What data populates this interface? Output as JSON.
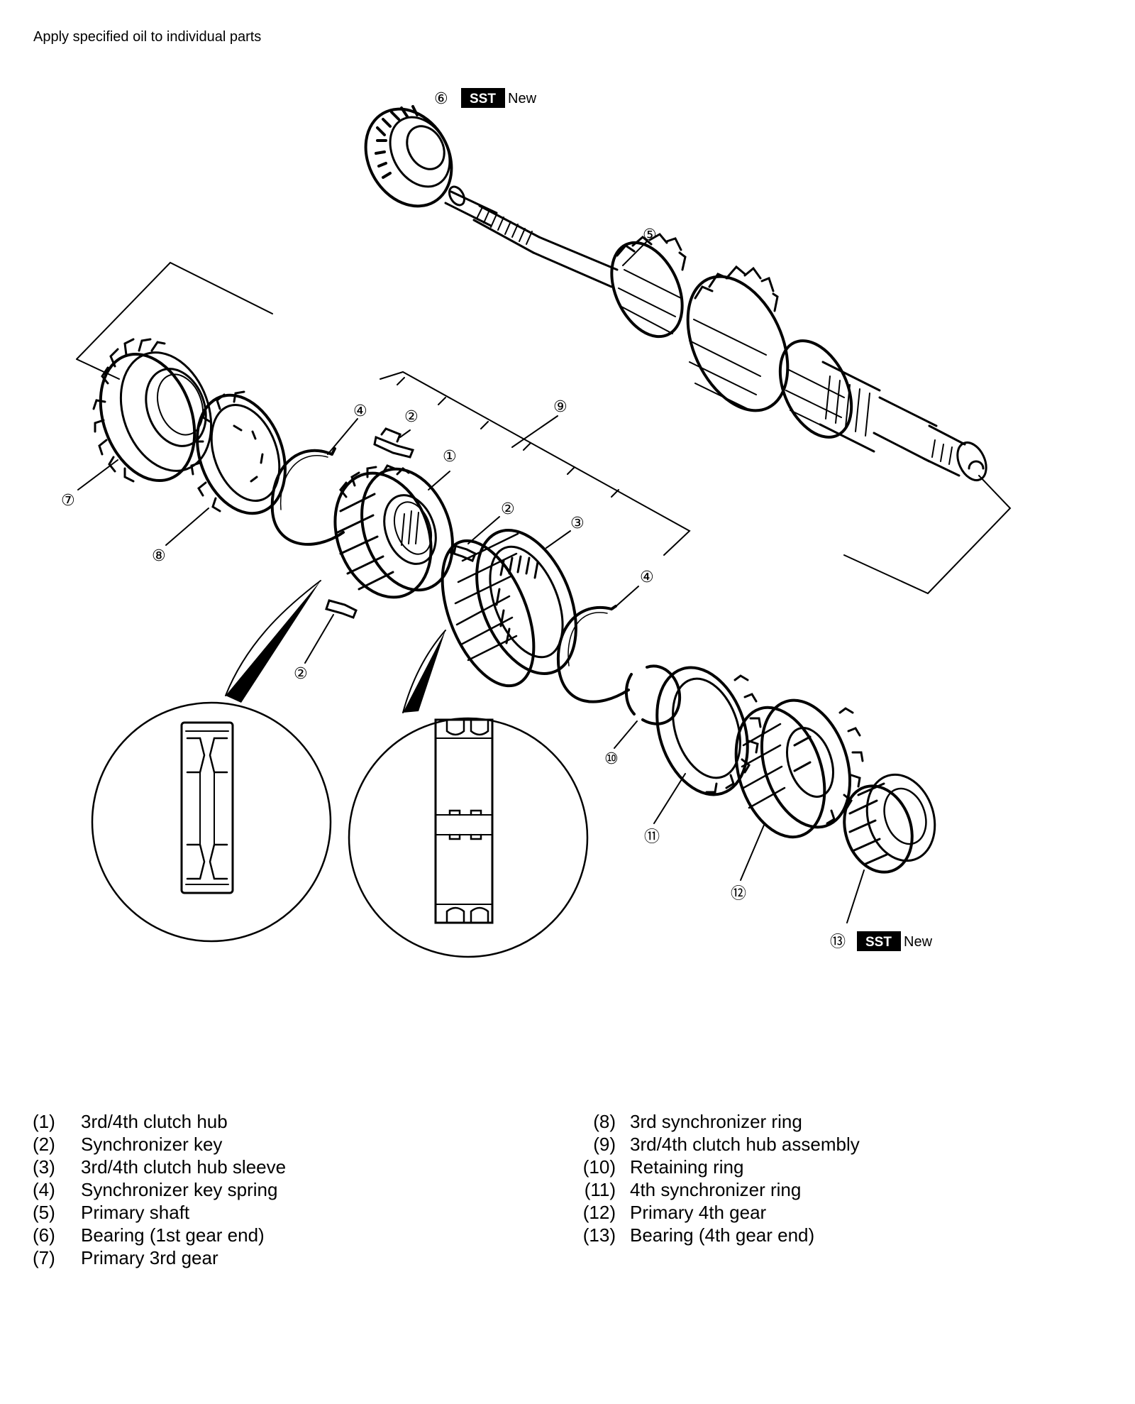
{
  "instruction": "Apply specified oil to individual parts",
  "tags": {
    "bearing_1st": {
      "callout": "⑥",
      "sst": "SST",
      "new": "New"
    },
    "bearing_4th": {
      "callout": "⑬",
      "sst": "SST",
      "new": "New"
    }
  },
  "callouts": {
    "c1": "①",
    "c2a": "②",
    "c2b": "②",
    "c2c": "②",
    "c3": "③",
    "c4a": "④",
    "c4b": "④",
    "c5": "⑤",
    "c7": "⑦",
    "c8": "⑧",
    "c9": "⑨",
    "c10": "⑩",
    "c11": "⑪",
    "c12": "⑫"
  },
  "legend": {
    "left": [
      {
        "num": "(1)",
        "text": "3rd/4th clutch hub"
      },
      {
        "num": "(2)",
        "text": "Synchronizer key"
      },
      {
        "num": "(3)",
        "text": "3rd/4th clutch hub sleeve"
      },
      {
        "num": "(4)",
        "text": "Synchronizer key spring"
      },
      {
        "num": "(5)",
        "text": "Primary shaft"
      },
      {
        "num": "(6)",
        "text": "Bearing (1st gear end)"
      },
      {
        "num": "(7)",
        "text": "Primary 3rd gear"
      }
    ],
    "right": [
      {
        "num": "(8)",
        "text": "3rd synchronizer ring"
      },
      {
        "num": "(9)",
        "text": "3rd/4th clutch hub assembly"
      },
      {
        "num": "(10)",
        "text": "Retaining ring"
      },
      {
        "num": "(11)",
        "text": "4th synchronizer ring"
      },
      {
        "num": "(12)",
        "text": "Primary 4th gear"
      },
      {
        "num": "(13)",
        "text": "Bearing (4th gear end)"
      }
    ]
  }
}
